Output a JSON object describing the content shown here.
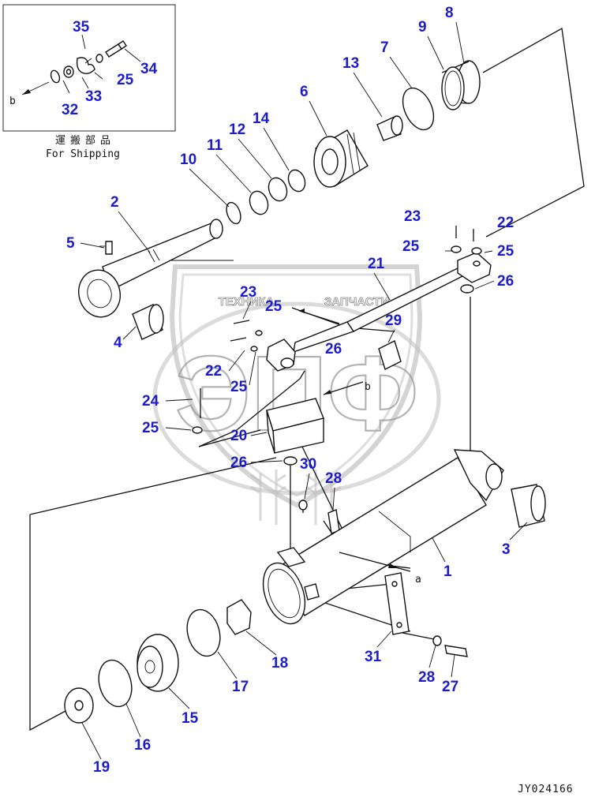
{
  "inset": {
    "caption_jp": "運搬部品",
    "caption_en": "For Shipping",
    "ref_letter": "b",
    "labels": [
      "35",
      "34",
      "25",
      "32",
      "33"
    ]
  },
  "watermark": {
    "line1": "ТЕХНИКА",
    "line2": "ЗАПЧАСТИ",
    "logo": "ЭПФ"
  },
  "refs": {
    "a": "a",
    "b": "b"
  },
  "labels": [
    "8",
    "9",
    "7",
    "13",
    "6",
    "14",
    "12",
    "11",
    "10",
    "2",
    "5",
    "4",
    "23",
    "22",
    "25",
    "26",
    "21",
    "29",
    "24",
    "20",
    "30",
    "28",
    "3",
    "1",
    "31",
    "27",
    "18",
    "17",
    "15",
    "16",
    "19"
  ],
  "drawing_code": "JY024166"
}
